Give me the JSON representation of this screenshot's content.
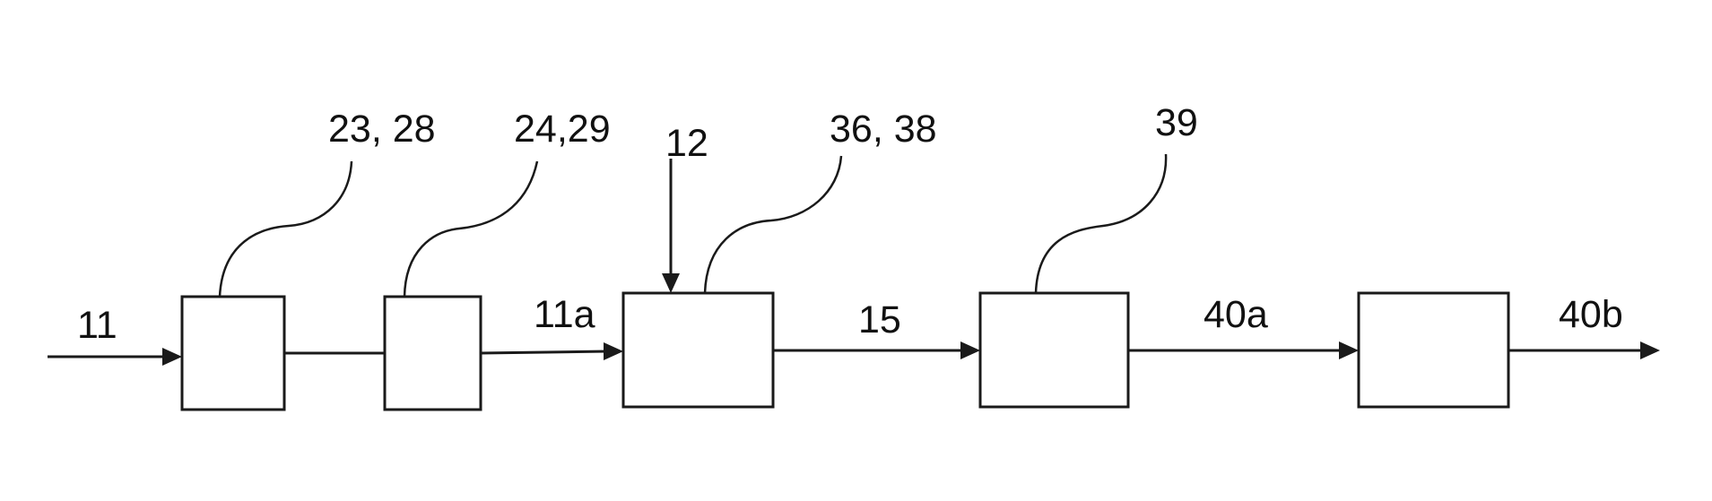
{
  "labels": {
    "input": "11",
    "after_box2": "11a",
    "top_input": "12",
    "after_box3": "15",
    "after_box4": "40a",
    "output": "40b",
    "ref_box1": "23, 28",
    "ref_box2": "24,29",
    "ref_box3": "36, 38",
    "ref_box4": "39"
  },
  "colors": {
    "stroke": "#1a1a1a",
    "background": "#ffffff"
  }
}
